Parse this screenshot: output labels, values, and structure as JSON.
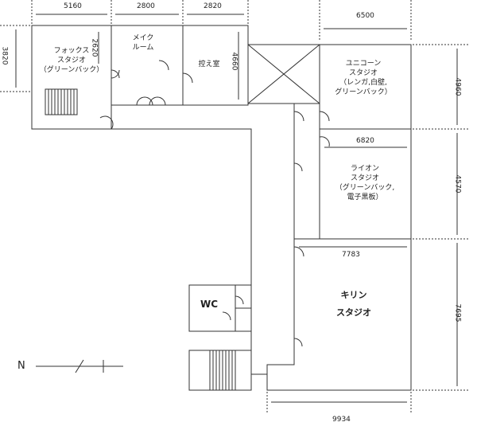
{
  "rooms": {
    "fox": [
      "フォックス",
      "スタジオ",
      "（グリーンバック）"
    ],
    "make": [
      "メイク",
      "ルーム"
    ],
    "waiting": "控え室",
    "unicorn": [
      "ユニコーン",
      "スタジオ",
      "（レンガ,白壁,",
      "グリーンバック）"
    ],
    "lion": [
      "ライオン",
      "スタジオ",
      "（グリーンバック,",
      "電子黒板）"
    ],
    "kirin": [
      "キリン",
      "スタジオ"
    ],
    "wc": "WC"
  },
  "dimensions": {
    "fox_width": "5160",
    "make_width": "2800",
    "waiting_width": "2820",
    "unicorn_width": "6500",
    "fox_height": "3820",
    "make_height": "2620",
    "waiting_height": "4660",
    "unicorn_height": "4960",
    "lion_width": "6820",
    "lion_height": "4570",
    "kirin_width_inner": "7783",
    "kirin_height": "7695",
    "kirin_width_outer": "9934"
  },
  "compass": {
    "north": "N"
  }
}
